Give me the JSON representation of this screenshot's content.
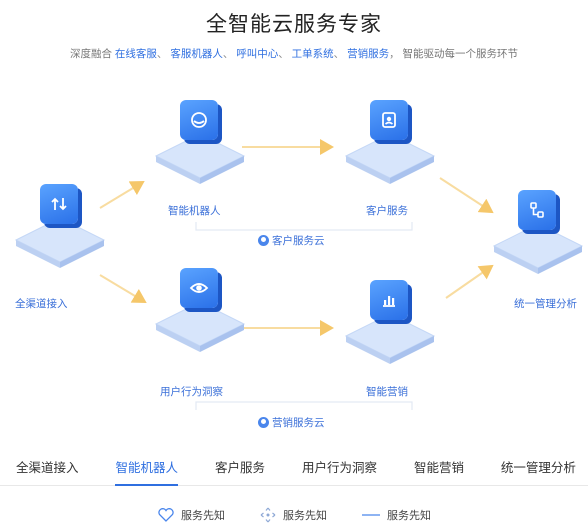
{
  "header": {
    "title": "全智能云服务专家",
    "subtitle_prefix": "深度融合",
    "subtitle_links": [
      "在线客服",
      "客服机器人",
      "呼叫中心",
      "工单系统",
      "营销服务"
    ],
    "subtitle_suffix": "智能驱动每一个服务环节"
  },
  "diagram": {
    "nodes": {
      "channel": {
        "label": "全渠道接入",
        "icon": "swap-arrows-icon"
      },
      "robot": {
        "label": "智能机器人",
        "icon": "robot-icon"
      },
      "service": {
        "label": "客户服务",
        "icon": "contact-card-icon"
      },
      "insight": {
        "label": "用户行为洞察",
        "icon": "eye-icon"
      },
      "marketing": {
        "label": "智能营销",
        "icon": "bar-chart-icon"
      },
      "analysis": {
        "label": "统一管理分析",
        "icon": "flow-icon"
      }
    },
    "clouds": {
      "service_cloud": "客户服务云",
      "marketing_cloud": "营销服务云"
    },
    "colors": {
      "accent": "#2f6fe0",
      "arrow": "#f5c76a"
    }
  },
  "tabs": [
    {
      "label": "全渠道接入",
      "active": false
    },
    {
      "label": "智能机器人",
      "active": true
    },
    {
      "label": "客户服务",
      "active": false
    },
    {
      "label": "用户行为洞察",
      "active": false
    },
    {
      "label": "智能营销",
      "active": false
    },
    {
      "label": "统一管理分析",
      "active": false
    }
  ],
  "features": [
    {
      "label": "服务先知",
      "icon": "heart-icon"
    },
    {
      "label": "服务先知",
      "icon": "move-arrows-icon"
    },
    {
      "label": "服务先知",
      "icon": "line-icon"
    }
  ]
}
